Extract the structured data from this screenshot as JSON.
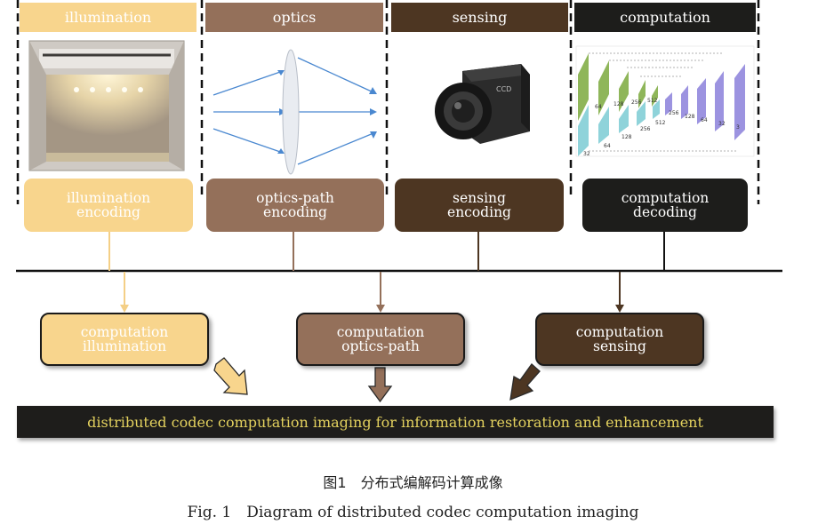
{
  "columns": [
    {
      "header": "illumination",
      "encoder": "illumination\nencoding"
    },
    {
      "header": "optics",
      "encoder": "optics-path\nencoding"
    },
    {
      "header": "sensing",
      "encoder": "sensing\nencoding"
    },
    {
      "header": "computation",
      "encoder": "computation\ndecoding"
    }
  ],
  "computations": [
    "computation\nillumination",
    "computation\noptics-path",
    "computation\nsensing"
  ],
  "banner": "distributed codec computation imaging for information restoration and enhancement",
  "camera_label": "CCD",
  "network_labels": {
    "encoder_top": [
      "64",
      "128",
      "256",
      "512"
    ],
    "encoder_bottom": [
      "32",
      "64",
      "128",
      "256",
      "512"
    ],
    "decoder": [
      "256",
      "128",
      "64",
      "32",
      "3"
    ]
  },
  "caption_cn": "图1　分布式编解码计算成像",
  "caption_en": "Fig. 1　Diagram of distributed codec computation imaging",
  "colors": {
    "illumination": "#f8d58d",
    "optics": "#94705a",
    "sensing": "#4d3622",
    "computation": "#1d1d1b",
    "banner_text": "#e3d15e"
  }
}
